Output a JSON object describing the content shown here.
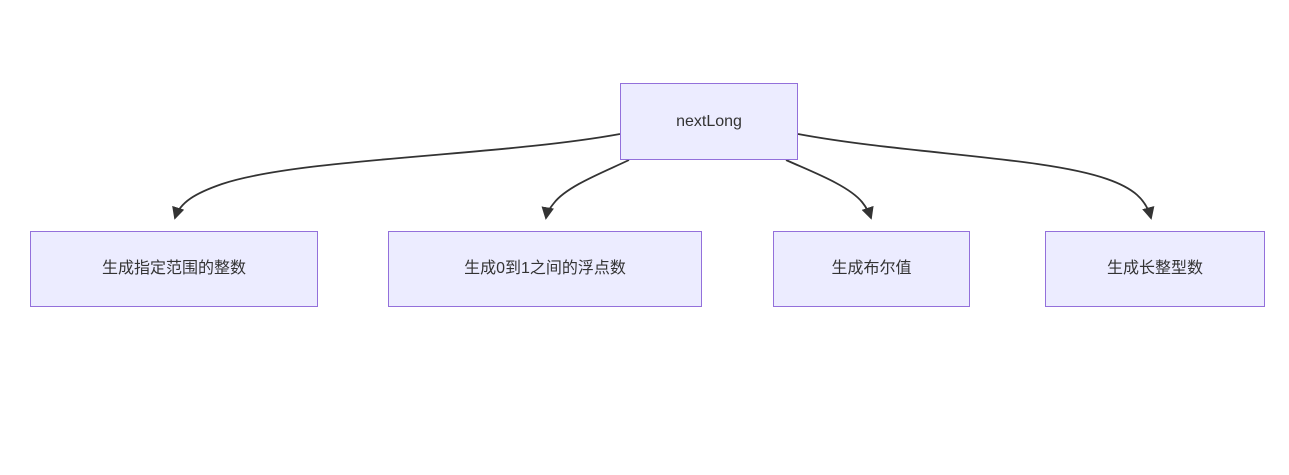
{
  "diagram": {
    "type": "flowchart",
    "root": {
      "label": "nextLong"
    },
    "children": [
      {
        "label": "生成指定范围的整数"
      },
      {
        "label": "生成0到1之间的浮点数"
      },
      {
        "label": "生成布尔值"
      },
      {
        "label": "生成长整型数"
      }
    ],
    "edges": [
      {
        "from": "nextLong",
        "to": "生成指定范围的整数"
      },
      {
        "from": "nextLong",
        "to": "生成0到1之间的浮点数"
      },
      {
        "from": "nextLong",
        "to": "生成布尔值"
      },
      {
        "from": "nextLong",
        "to": "生成长整型数"
      }
    ],
    "colors": {
      "node_fill": "#ECECFF",
      "node_border": "#9370DB",
      "edge_stroke": "#333333",
      "text": "#333333",
      "background": "#FFFFFF"
    }
  }
}
